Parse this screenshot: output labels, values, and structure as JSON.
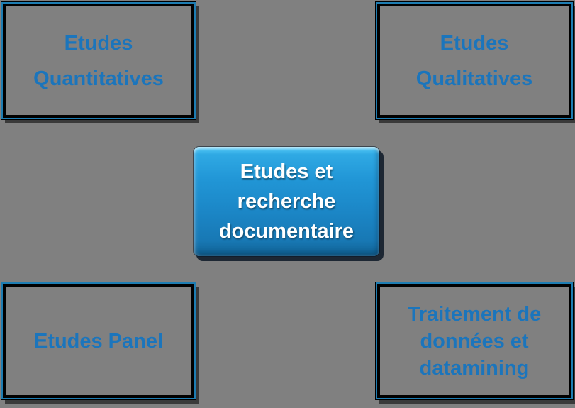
{
  "canvas": {
    "background": "#808080"
  },
  "colors": {
    "corner_label_text": "#1B75BC",
    "corner_border_blue": "#1E7DB2",
    "corner_border_black": "#000000",
    "corner_fill": "#808080",
    "center_gradient_top": "#55CBF8",
    "center_gradient_bottom": "#0F5F90",
    "center_text": "#FFFFFF",
    "shadow": "rgba(0,0,0,0.55)"
  },
  "boxes": {
    "top_left": {
      "lines": [
        "Etudes",
        "Quantitatives"
      ]
    },
    "top_right": {
      "lines": [
        "Etudes",
        "Qualitatives"
      ]
    },
    "center": {
      "lines": [
        "Etudes et",
        "recherche",
        "documentaire"
      ]
    },
    "bottom_left": {
      "lines": [
        "Etudes Panel"
      ]
    },
    "bottom_right": {
      "lines": [
        "Traitement de",
        "données et",
        "datamining"
      ]
    }
  }
}
